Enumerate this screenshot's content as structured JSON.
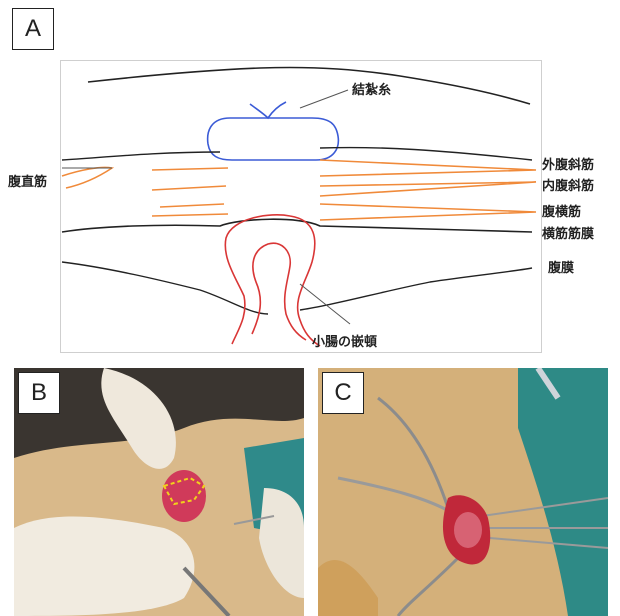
{
  "panels": {
    "a_label": "A",
    "b_label": "B",
    "c_label": "C"
  },
  "diagram": {
    "labels": {
      "suture": "結紮糸",
      "rectus": "腹直筋",
      "external_oblique": "外腹斜筋",
      "internal_oblique": "内腹斜筋",
      "transversus": "腹横筋",
      "transversalis_fascia": "横筋筋膜",
      "peritoneum": "腹膜",
      "incarcerated_bowel": "小腸の嵌頓"
    },
    "colors": {
      "outline": "#222222",
      "suture": "#3b5bd6",
      "muscle": "#f08a3a",
      "bowel": "#d93636"
    }
  },
  "photos": {
    "b_markup_color": "#f2d21b",
    "c_tissue_color": "#c0283a"
  }
}
